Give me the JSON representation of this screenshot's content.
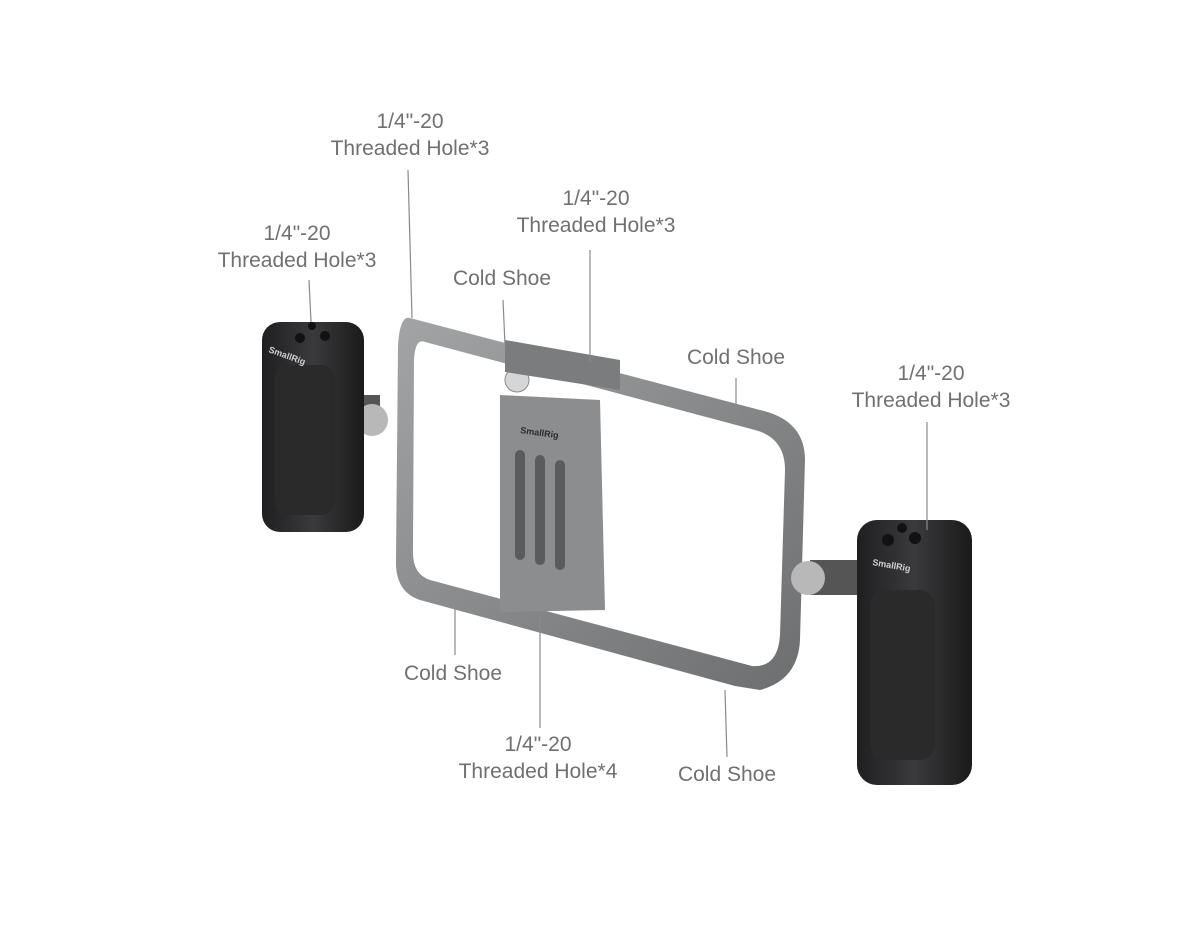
{
  "product": {
    "brand": "SmallRig"
  },
  "callouts": [
    {
      "line1": "1/4\"-20",
      "line2": "Threaded Hole*3"
    },
    {
      "line1": "1/4\"-20",
      "line2": "Threaded Hole*3"
    },
    {
      "line1": "1/4\"-20",
      "line2": "Threaded Hole*3"
    },
    {
      "line1": "1/4\"-20",
      "line2": "Threaded Hole*3"
    },
    {
      "line1": "1/4\"-20",
      "line2": "Threaded Hole*4"
    },
    {
      "line1": "Cold Shoe"
    },
    {
      "line1": "Cold Shoe"
    },
    {
      "line1": "Cold Shoe"
    },
    {
      "line1": "Cold Shoe"
    }
  ],
  "colors": {
    "label": "#707070",
    "frame": "#8a8b8d",
    "handle": "#2b2b2d"
  }
}
